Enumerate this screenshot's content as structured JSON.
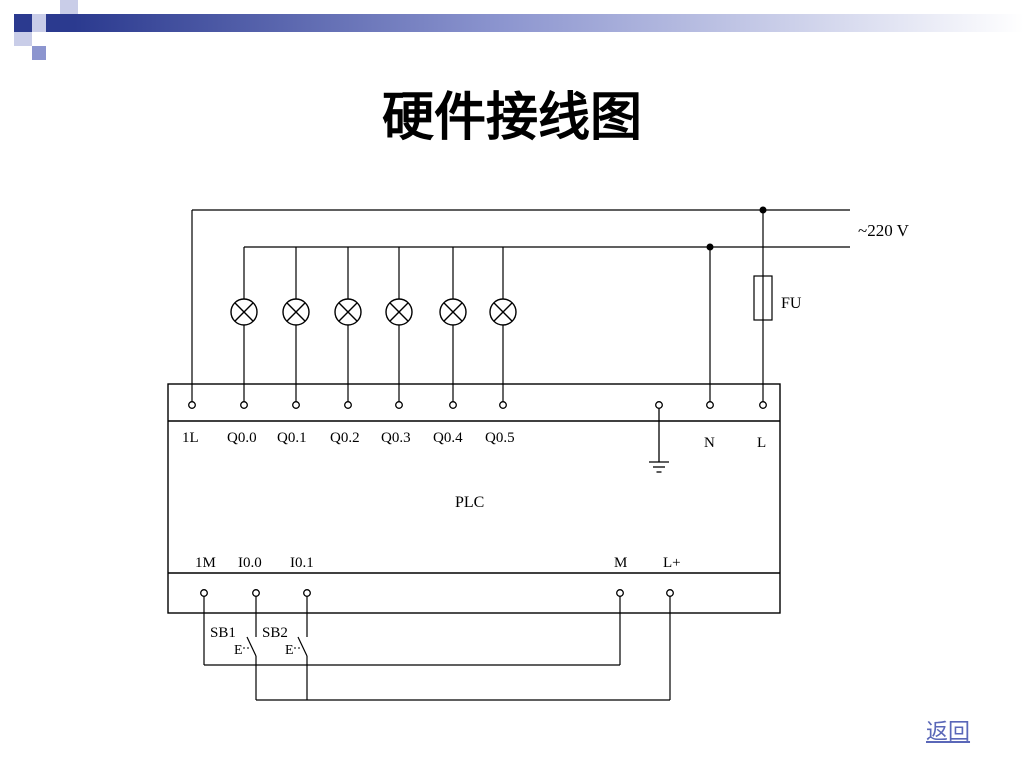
{
  "slide": {
    "title": "硬件接线图",
    "back_link": "返回",
    "accent_colors": [
      "#2b3a8f",
      "#8c95cf"
    ]
  },
  "diagram": {
    "supply": {
      "label": "~220 V",
      "fuse_label": "FU"
    },
    "plc": {
      "label": "PLC",
      "top_terminals": [
        "1L",
        "Q0.0",
        "Q0.1",
        "Q0.2",
        "Q0.3",
        "Q0.4",
        "Q0.5",
        "N",
        "L"
      ],
      "bottom_terminals": [
        "1M",
        "I0.0",
        "I0.1",
        "M",
        "L+"
      ]
    },
    "lamps": [
      "Q0.0",
      "Q0.1",
      "Q0.2",
      "Q0.3",
      "Q0.4",
      "Q0.5"
    ],
    "switches": [
      {
        "label": "SB1",
        "symbol": "E"
      },
      {
        "label": "SB2",
        "symbol": "E"
      }
    ]
  }
}
